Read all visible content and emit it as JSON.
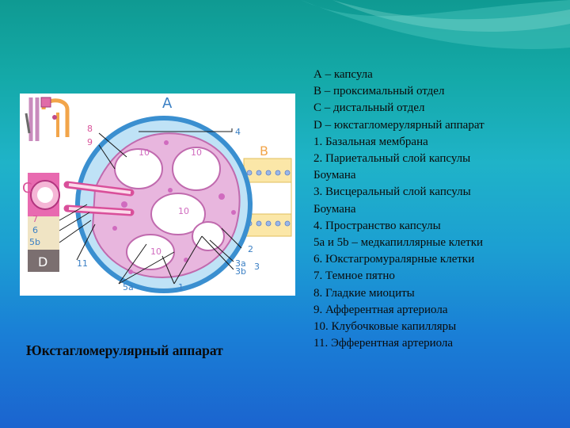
{
  "caption": "Юкстагломерулярный аппарат",
  "legend": [
    "А – капсула",
    "В – проксимальный отдел",
    "С – дистальный отдел",
    "D – юкстагломерулярный аппарат",
    "1. Базальная мембрана",
    "2. Париетальный слой капсулы",
    "Боумана",
    "3. Висцеральный слой капсулы",
    "Боумана",
    "4. Пространство капсулы",
    "5а и 5b – медкапиллярные клетки",
    "6. Юкстагромуралярные клетки",
    "7. Темное пятно",
    "8. Гладкие миоциты",
    "9. Афферентная артериола",
    "10. Клубочковые капилляры",
    "11. Эфферентная артериола"
  ],
  "diagram": {
    "section_labels": {
      "a": "A",
      "b": "B",
      "c": "C",
      "d": "D"
    },
    "numbers": {
      "n1": "1",
      "n2": "2",
      "n3a": "3а",
      "n3b": "3b",
      "n3": "3",
      "n4": "4",
      "n5a": "5а",
      "n5b": "5b",
      "n6": "6",
      "n7": "7",
      "n8": "8",
      "n9": "9",
      "n10a": "10",
      "n10b": "10",
      "n10c": "10",
      "n10d": "10",
      "n11": "11"
    },
    "colors": {
      "capsule_outer": "#3a8fd0",
      "capsule_fill": "#bfe2f6",
      "capillary": "#ffffff",
      "mesangium": "#e8b6de",
      "cells": "#d06bbf",
      "section_c": "#d9539a",
      "section_d_bg": "#7b6f70",
      "label_orange": "#f2a54a",
      "label_a": "#3a7fc4"
    }
  }
}
